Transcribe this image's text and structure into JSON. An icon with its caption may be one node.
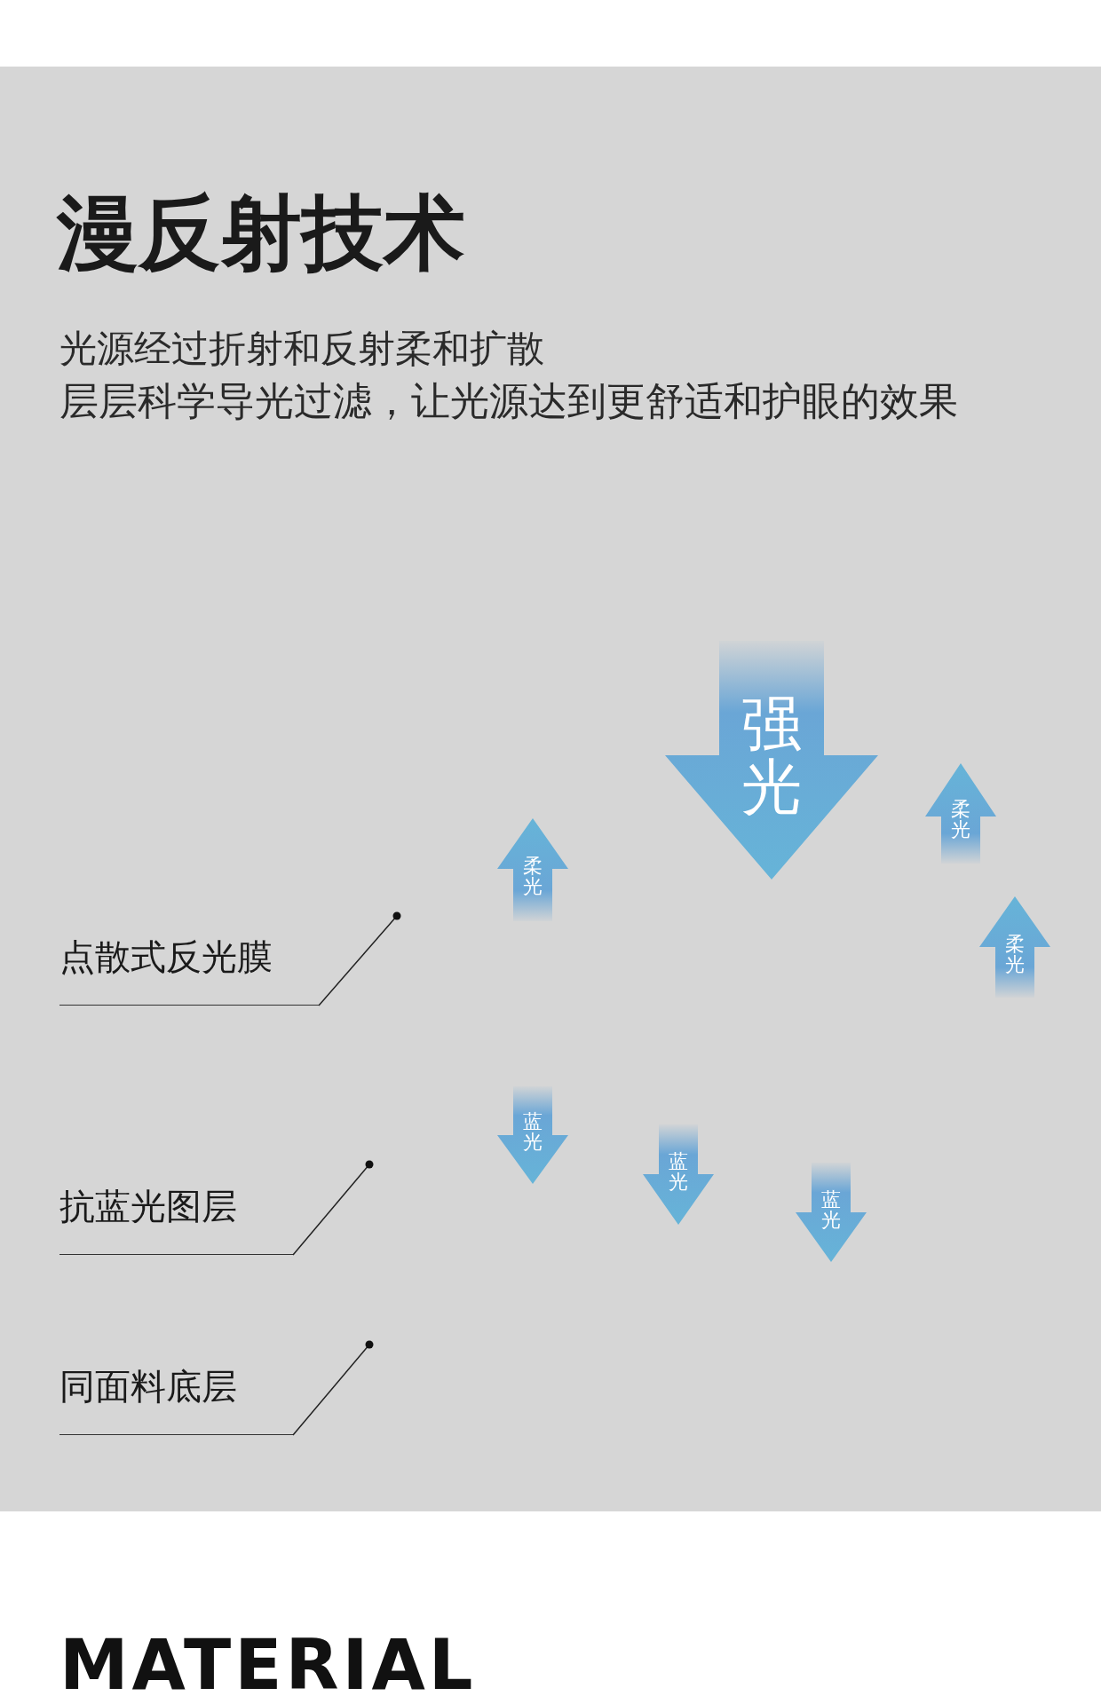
{
  "diagram": {
    "title": "漫反射技术",
    "nodes": [
      {
        "text": [
          "强光"
        ]
      },
      {
        "text": [
          "柔光"
        ]
      },
      {
        "text": [
          "柔光"
        ]
      },
      {
        "text": [
          "柔光"
        ]
      },
      {
        "text": [
          "蓝光"
        ]
      },
      {
        "text": [
          "蓝光"
        ]
      },
      {
        "text": [
          "蓝光"
        ]
      },
      {
        "text": [
          "点散式反光膜"
        ]
      },
      {
        "text": [
          "抗蓝光图层"
        ]
      },
      {
        "text": [
          "同面料底层"
        ]
      }
    ],
    "edges": [
      {
        "from": 7,
        "to": null,
        "arrow": "other"
      },
      {
        "from": 8,
        "to": null,
        "arrow": "other"
      },
      {
        "from": 9,
        "to": null,
        "arrow": "other"
      }
    ],
    "labels": [
      "光源经过折射和反射柔和扩散",
      "层层科学导光过滤，让光源达到更舒适和护眼的效果",
      "MATERIAL"
    ]
  }
}
